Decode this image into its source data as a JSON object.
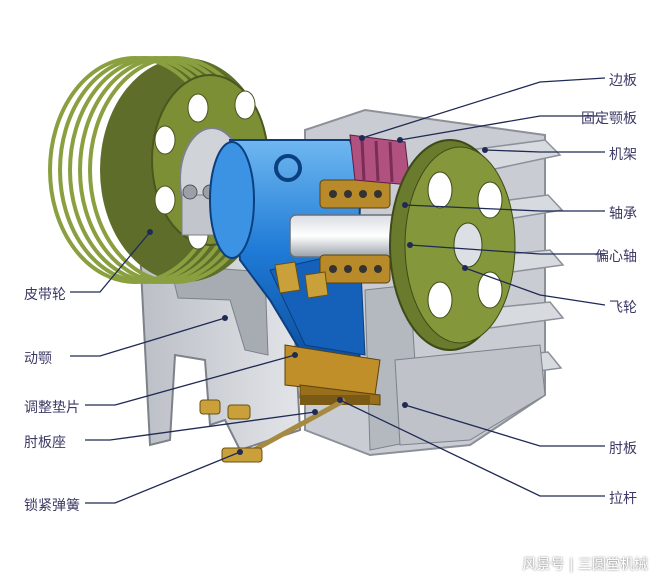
{
  "labels": {
    "side_plate": "边板",
    "fixed_jaw_plate": "固定颚板",
    "frame": "机架",
    "bearing": "轴承",
    "eccentric_shaft": "偏心轴",
    "flywheel": "飞轮",
    "toggle_plate": "肘板",
    "tension_rod": "拉杆",
    "belt_pulley": "皮带轮",
    "moving_jaw": "动颚",
    "adjusting_shim": "调整垫片",
    "toggle_seat": "肘板座",
    "locking_spring": "锁紧弹簧"
  },
  "watermark": "风景号 | 三圆堂机械"
}
